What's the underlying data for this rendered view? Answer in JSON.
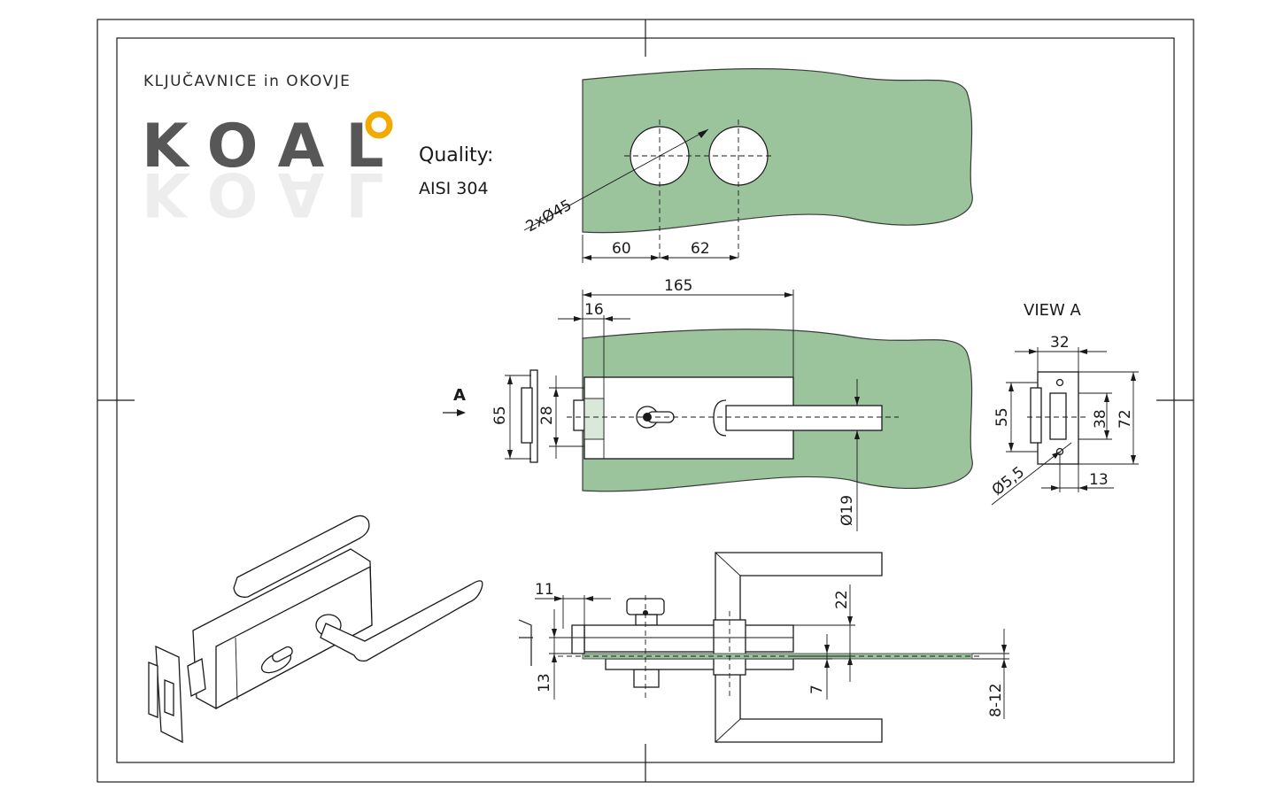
{
  "brand": {
    "tagline": "KLJUČAVNICE in OKOVJE",
    "logo": "KOAL",
    "accent_color": "#f2a900",
    "logo_color": "#575757"
  },
  "spec": {
    "quality_label": "Quality:",
    "material": "AISI 304"
  },
  "colors": {
    "glass": "#9bc49c",
    "line": "#1a1a1a"
  },
  "top_view": {
    "hole_label": "2xØ45",
    "dim_a": "60",
    "dim_b": "62"
  },
  "front_view": {
    "width": "165",
    "offset": "16",
    "height_outer": "65",
    "height_inner": "28",
    "handle_diameter": "Ø19",
    "arrow_label": "A"
  },
  "view_a": {
    "title": "VIEW A",
    "width": "32",
    "height_55": "55",
    "height_38": "38",
    "height_72": "72",
    "hole": "Ø5,5",
    "bottom": "13"
  },
  "side_view": {
    "dim_11": "11",
    "dim_13": "13",
    "dim_22": "22",
    "dim_7": "7",
    "glass_thickness": "8-12"
  }
}
